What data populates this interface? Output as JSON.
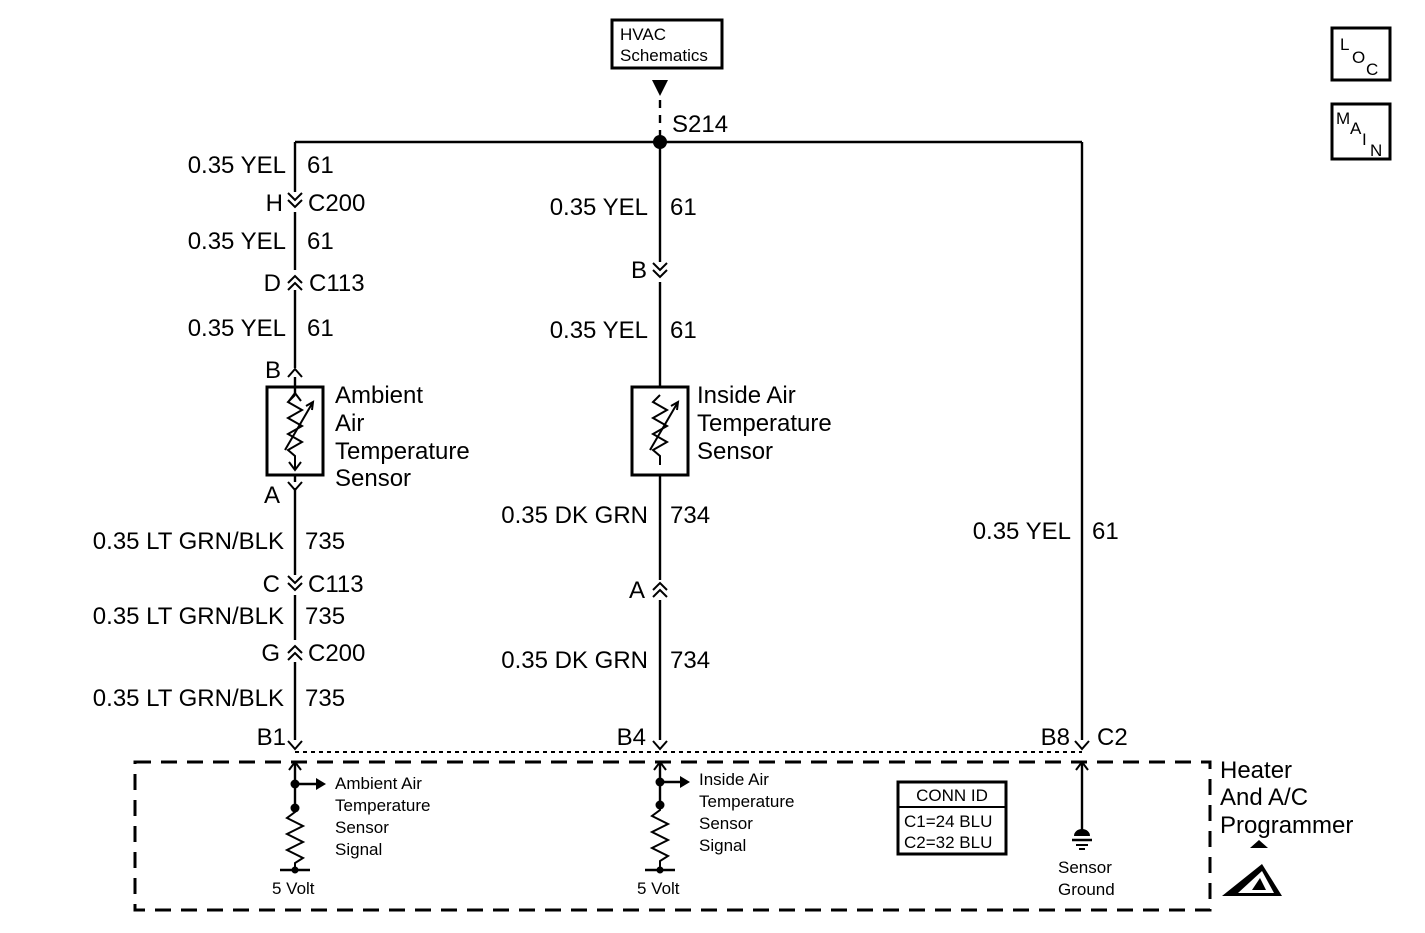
{
  "hvac": {
    "line1": "HVAC",
    "line2": "Schematics"
  },
  "splice": "S214",
  "icons": {
    "loc": [
      "L",
      "O",
      "C"
    ],
    "main": [
      "M",
      "A",
      "I",
      "N"
    ]
  },
  "left": {
    "wire1": {
      "size": "0.35 YEL",
      "circuit": "61"
    },
    "conn1": {
      "pin": "H",
      "name": "C200"
    },
    "wire2": {
      "size": "0.35 YEL",
      "circuit": "61"
    },
    "conn2": {
      "pin": "D",
      "name": "C113"
    },
    "wire3": {
      "size": "0.35 YEL",
      "circuit": "61"
    },
    "sensor_pin_top": "B",
    "sensor_pin_bottom": "A",
    "sensor": [
      "Ambient",
      "Air",
      "Temperature",
      "Sensor"
    ],
    "wire4": {
      "size": "0.35 LT GRN/BLK",
      "circuit": "735"
    },
    "conn3": {
      "pin": "C",
      "name": "C113"
    },
    "wire5": {
      "size": "0.35 LT GRN/BLK",
      "circuit": "735"
    },
    "conn4": {
      "pin": "G",
      "name": "C200"
    },
    "wire6": {
      "size": "0.35 LT GRN/BLK",
      "circuit": "735"
    },
    "module_pin": "B1",
    "signal": [
      "Ambient Air",
      "Temperature",
      "Sensor",
      "Signal"
    ],
    "volt": "5 Volt"
  },
  "middle": {
    "wire1": {
      "size": "0.35 YEL",
      "circuit": "61"
    },
    "conn1": {
      "pin": "B"
    },
    "wire2": {
      "size": "0.35 YEL",
      "circuit": "61"
    },
    "sensor": [
      "Inside Air",
      "Temperature",
      "Sensor"
    ],
    "wire3": {
      "size": "0.35 DK GRN",
      "circuit": "734"
    },
    "conn2": {
      "pin": "A"
    },
    "wire4": {
      "size": "0.35 DK GRN",
      "circuit": "734"
    },
    "module_pin": "B4",
    "signal": [
      "Inside Air",
      "Temperature",
      "Sensor",
      "Signal"
    ],
    "volt": "5 Volt"
  },
  "right": {
    "wire1": {
      "size": "0.35 YEL",
      "circuit": "61"
    },
    "module_pin": "B8",
    "module_conn": "C2",
    "ground": [
      "Sensor",
      "Ground"
    ]
  },
  "conn_id": {
    "title": "CONN ID",
    "line1": "C1=24 BLU",
    "line2": "C2=32 BLU"
  },
  "module": [
    "Heater",
    "And A/C",
    "Programmer"
  ]
}
